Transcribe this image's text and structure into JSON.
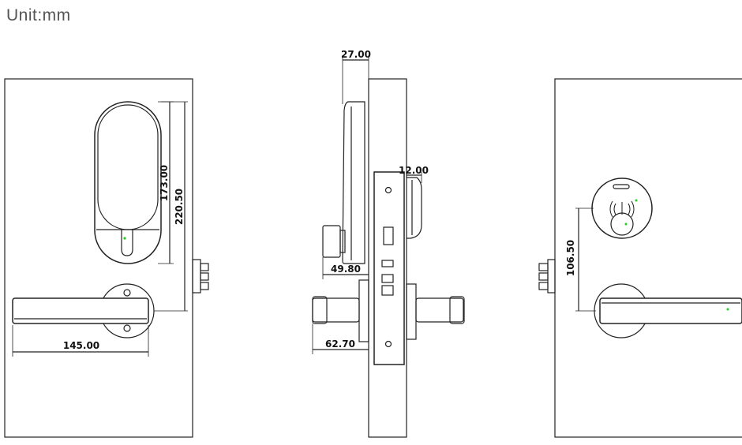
{
  "unit_label": "Unit:mm",
  "front_view": {
    "dim_lock_height": "173.00",
    "dim_total_height": "220.50",
    "dim_handle_length": "145.00"
  },
  "side_view": {
    "dim_panel_depth": "27.00",
    "dim_inner_depth": "12.00",
    "dim_knob_offset": "49.80",
    "dim_handle_projection": "62.70"
  },
  "back_view": {
    "dim_reader_height": "106.50"
  },
  "colors": {
    "line": "#222222",
    "indicator": "#22cc22"
  }
}
